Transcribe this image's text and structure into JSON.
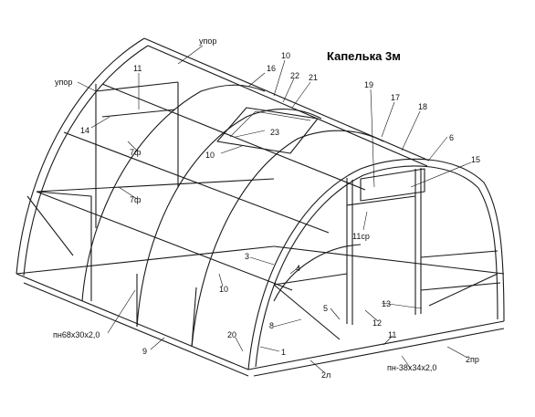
{
  "title": "Капелька 3м",
  "labels": [
    {
      "id": "upor-top",
      "text": "упор"
    },
    {
      "id": "upor-left",
      "text": "упор"
    },
    {
      "id": "p11-top",
      "text": "11"
    },
    {
      "id": "p14",
      "text": "14"
    },
    {
      "id": "p7f-a",
      "text": "7ф"
    },
    {
      "id": "p7f-b",
      "text": "7ф"
    },
    {
      "id": "p10-top",
      "text": "10"
    },
    {
      "id": "p16",
      "text": "16"
    },
    {
      "id": "p22",
      "text": "22"
    },
    {
      "id": "p21",
      "text": "21"
    },
    {
      "id": "p23",
      "text": "23"
    },
    {
      "id": "p10-mid",
      "text": "10"
    },
    {
      "id": "p19",
      "text": "19"
    },
    {
      "id": "p17",
      "text": "17"
    },
    {
      "id": "p18",
      "text": "18"
    },
    {
      "id": "p6",
      "text": "6"
    },
    {
      "id": "p15",
      "text": "15"
    },
    {
      "id": "p11sr",
      "text": "11ср"
    },
    {
      "id": "p3",
      "text": "3"
    },
    {
      "id": "p4",
      "text": "4"
    },
    {
      "id": "p10-low",
      "text": "10"
    },
    {
      "id": "p5",
      "text": "5"
    },
    {
      "id": "p13",
      "text": "13"
    },
    {
      "id": "p12",
      "text": "12"
    },
    {
      "id": "p8",
      "text": "8"
    },
    {
      "id": "pn68",
      "text": "пн68х30х2,0"
    },
    {
      "id": "p20",
      "text": "20"
    },
    {
      "id": "p1",
      "text": "1"
    },
    {
      "id": "p9",
      "text": "9"
    },
    {
      "id": "p11-bot",
      "text": "11"
    },
    {
      "id": "p2l",
      "text": "2л"
    },
    {
      "id": "p2pr",
      "text": "2пр"
    },
    {
      "id": "pn38",
      "text": "пн-38х34х2,0"
    }
  ]
}
